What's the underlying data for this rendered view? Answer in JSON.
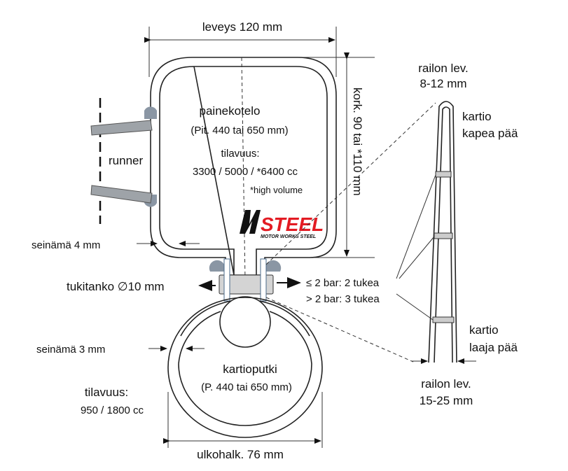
{
  "labels": {
    "width": "leveys 120 mm",
    "height": "kork. 90 tai *110 mm",
    "pressure_chamber": "painekotelo",
    "pressure_chamber_length": "(Pit. 440 tai 650 mm)",
    "volume_label": "tilavuus:",
    "volume_values": "3300 / 5000 / *6400 cc",
    "high_volume_note": "*high volume",
    "runner": "runner",
    "wall_4": "seinämä 4 mm",
    "support_rod": "tukitanko ∅10 mm",
    "supports_low": "≤ 2 bar: 2 tukea",
    "supports_high": "> 2 bar: 3 tukea",
    "wall_3": "seinämä 3 mm",
    "cone_tube": "kartioputki",
    "cone_tube_length": "(P. 440 tai 650 mm)",
    "cone_volume_label": "tilavuus:",
    "cone_volume_values": "950 / 1800 cc",
    "outer_diameter": "ulkohalk. 76 mm",
    "rail_width_top_1": "railon lev.",
    "rail_width_top_2": "8-12 mm",
    "narrow_end_1": "kartio",
    "narrow_end_2": "kapea pää",
    "wide_end_1": "kartio",
    "wide_end_2": "laaja pää",
    "rail_width_bottom_1": "railon lev.",
    "rail_width_bottom_2": "15-25 mm"
  },
  "logo": {
    "brand": "STEEL",
    "tagline": "MOTOR WORKS STEEL",
    "color": "#e31b23"
  }
}
